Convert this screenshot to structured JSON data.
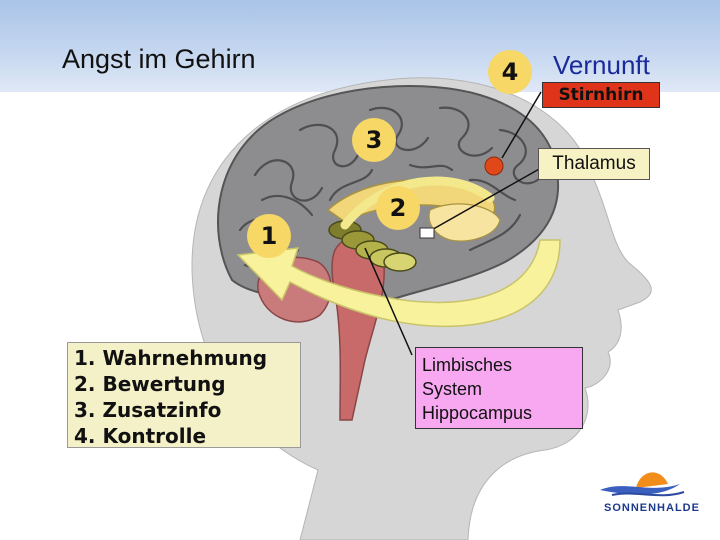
{
  "title": "Angst im Gehirn",
  "markers": [
    "1",
    "2",
    "3",
    "4"
  ],
  "labels": {
    "vernunft": "Vernunft",
    "stirnhirn": "Stirnhirn",
    "thalamus": "Thalamus"
  },
  "steps": [
    "1. Wahrnehmung",
    "2. Bewertung",
    "3. Zusatzinfo",
    "4. Kontrolle"
  ],
  "limbic_box": [
    "Limbisches",
    "System",
    "Hippocampus"
  ],
  "logo": {
    "text": "SONNENHALDE"
  },
  "colors": {
    "band": "#a9c4e8",
    "brain": "#8d8d90",
    "head": "#d6d6d6",
    "arrow": "#f7f29b",
    "marker": "#f7d765",
    "stirnhirn": "#e0341a",
    "limbic": "#f7a8f1"
  }
}
